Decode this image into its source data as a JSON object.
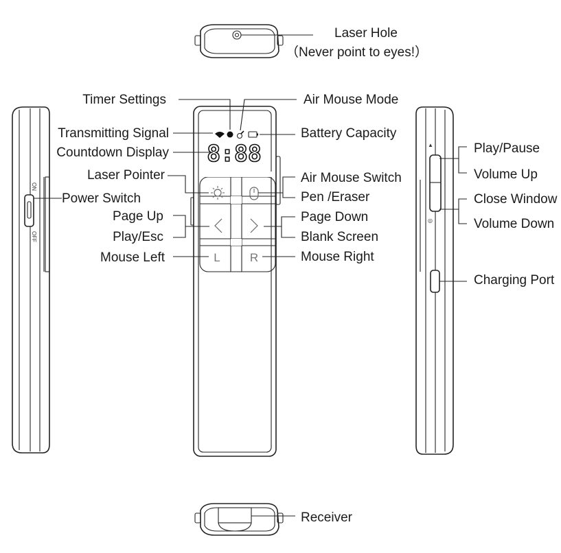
{
  "labels": {
    "laser_hole": "Laser Hole",
    "laser_warning": "（Never point to eyes!）",
    "timer_settings": "Timer Settings",
    "air_mouse_mode": "Air Mouse Mode",
    "transmitting_signal": "Transmitting Signal",
    "battery_capacity": "Battery Capacity",
    "countdown_display": "Countdown Display",
    "laser_pointer": "Laser Pointer",
    "air_mouse_switch": "Air Mouse Switch",
    "pen_eraser": "Pen /Eraser",
    "power_switch": "Power Switch",
    "page_up": "Page Up",
    "play_esc": "Play/Esc",
    "page_down": "Page Down",
    "blank_screen": "Blank Screen",
    "mouse_left": "Mouse Left",
    "mouse_right": "Mouse Right",
    "play_pause": "Play/Pause",
    "volume_up": "Volume Up",
    "close_window": "Close Window",
    "volume_down": "Volume Down",
    "charging_port": "Charging Port",
    "receiver": "Receiver"
  },
  "device": {
    "display_digits": "8:88",
    "button_left": "L",
    "button_right": "R",
    "switch_on": "ON",
    "switch_off": "OFF"
  }
}
